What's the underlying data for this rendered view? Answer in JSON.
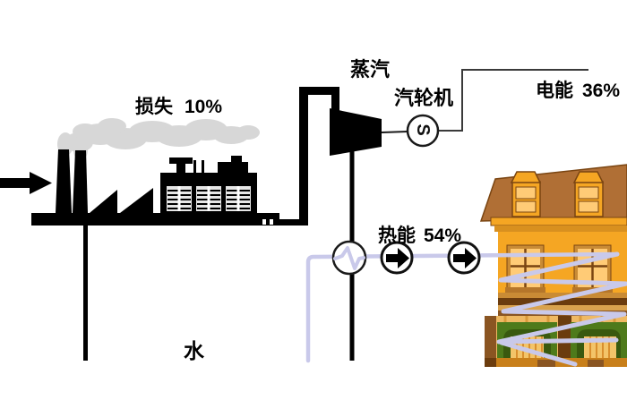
{
  "diagram": {
    "labels": {
      "loss": {
        "name": "损失",
        "percent": "10%"
      },
      "steam": "蒸汽",
      "turbine": "汽轮机",
      "electric": {
        "name": "电能",
        "percent": "36%"
      },
      "heat": {
        "name": "热能",
        "percent": "54%"
      },
      "water": "水",
      "generator_symbol": "S"
    },
    "colors": {
      "ink": "#000000",
      "line": "#3a3a3a",
      "smoke": "#d7d7d7",
      "pipe_water": "#c9c9ea",
      "house_wall": "#f5a623",
      "house_roof": "#b06f35",
      "house_outline": "#7a4512",
      "window_pane": "#ffcb76",
      "window_frame": "#c98b35",
      "band_dark": "#6b3c0e",
      "band_tan": "#d9a24e",
      "awning_green": "#4e7a1b",
      "awning_inner": "#39590f",
      "door": "#f3c469",
      "ground": "#efb963"
    }
  }
}
